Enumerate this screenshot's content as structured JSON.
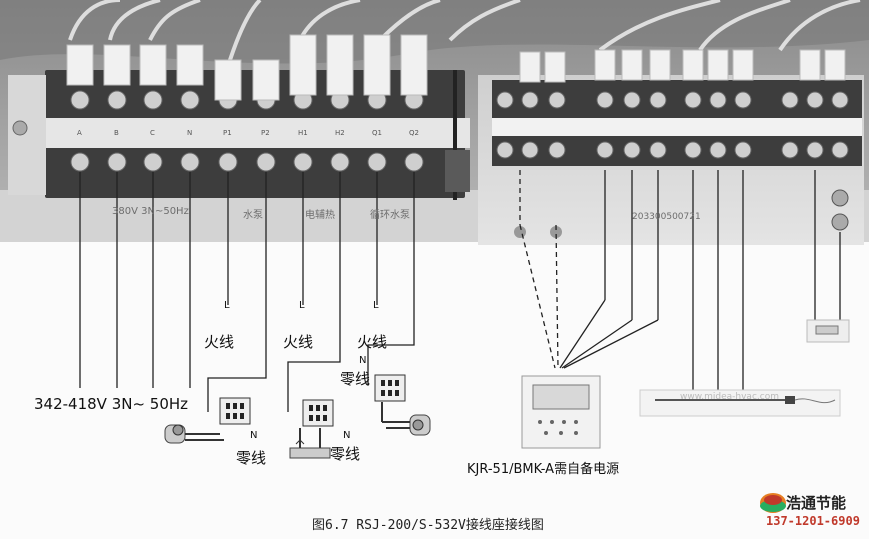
{
  "caption": "图6.7 RSJ-200/S-532V接线座接线图",
  "voltage_label": "342-418V  3N~  50Hz",
  "terminal_strip_left": {
    "labels": [
      "A",
      "B",
      "C",
      "N",
      "P1",
      "P2",
      "H1",
      "H2",
      "Q1",
      "Q2"
    ],
    "group_labels": [
      "380V 3N~50Hz",
      "水泵",
      "电辅热",
      "循环水泵"
    ]
  },
  "terminal_strip_right": {
    "serial_text": "203300500721"
  },
  "live_wire_labels": [
    {
      "tag": "L",
      "text": "火线"
    },
    {
      "tag": "L",
      "text": "火线"
    },
    {
      "tag": "L",
      "text": "火线"
    }
  ],
  "neutral_wire_labels": [
    {
      "tag": "N",
      "text": "零线"
    },
    {
      "tag": "N",
      "text": "零线"
    },
    {
      "tag": "N",
      "text": "零线"
    }
  ],
  "controller_label": "KJR-51/BMK-A需自备电源",
  "watermark": "www.midea-hvac.com",
  "brand": {
    "name": "浩通节能",
    "phone": "137-1201-6909"
  }
}
